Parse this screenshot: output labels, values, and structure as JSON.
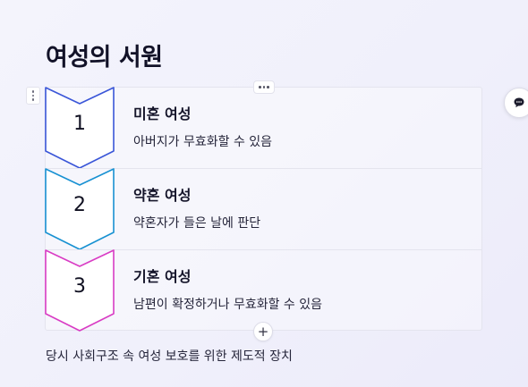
{
  "page": {
    "title": "여성의 서원",
    "footnote": "당시 사회구조 속 여성 보호를 위한 제도적 장치"
  },
  "toolbar": {
    "block_handle_icon": "drag-handle-icon",
    "more_icon": "more-horizontal-icon",
    "add_label": "+",
    "comment_icon": "comment-icon"
  },
  "steps": [
    {
      "number": "1",
      "title": "미혼 여성",
      "description": "아버지가 무효화할 수 있음",
      "color": "#3a56d8"
    },
    {
      "number": "2",
      "title": "약혼 여성",
      "description": "약혼자가 들은 날에 판단",
      "color": "#1891d2"
    },
    {
      "number": "3",
      "title": "기혼 여성",
      "description": "남편이 확정하거나 무효화할 수 있음",
      "color": "#d93cc4"
    }
  ]
}
